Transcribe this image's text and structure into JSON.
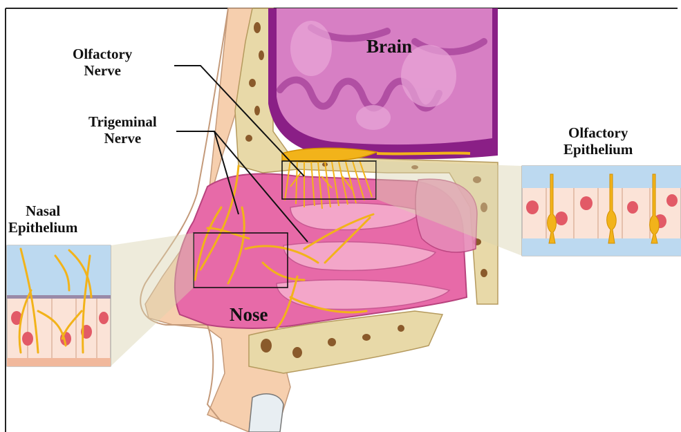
{
  "labels": {
    "brain": "Brain",
    "nose": "Nose",
    "olfactory_nerve": [
      "Olfactory",
      "Nerve"
    ],
    "trigeminal_nerve": [
      "Trigeminal",
      "Nerve"
    ],
    "olfactory_epithelium": [
      "Olfactory",
      "Epithelium"
    ],
    "nasal_epithelium": [
      "Nasal",
      "Epithelium"
    ]
  },
  "colors": {
    "brain_outer": "#8a1f86",
    "brain_inner": "#d77fc4",
    "brain_fold": "#c26ab5",
    "nasal_cavity": "#e76aa8",
    "nasal_light": "#f3a6c9",
    "skin": "#f6cfae",
    "bone": "#e8d9a8",
    "bone_spots": "#8a5a2b",
    "nerve": "#f2b31a",
    "nerve_stroke": "#d28f00",
    "epithelium_bg": "#fbe3d7",
    "mucus": "#bcd9f0",
    "cell_nucleus": "#e25a67"
  }
}
